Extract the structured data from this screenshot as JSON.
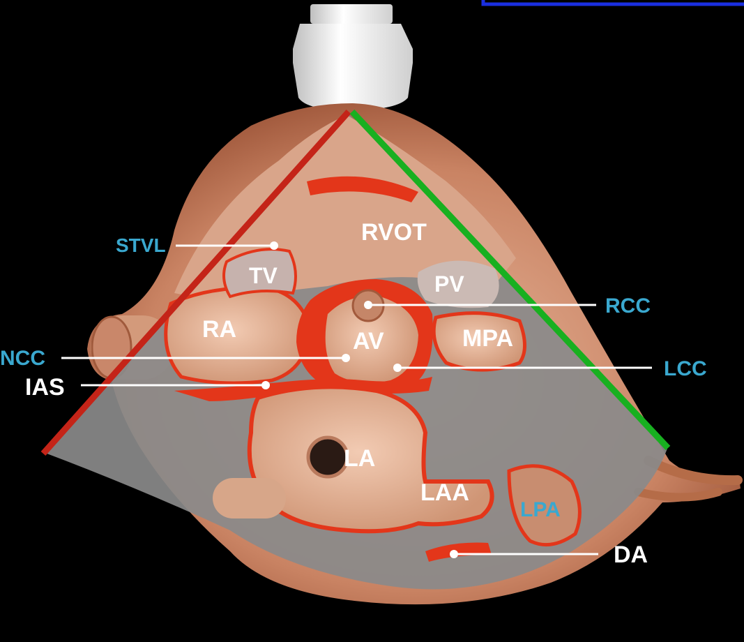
{
  "labels": {
    "rvot": "RVOT",
    "tv": "TV",
    "pv": "PV",
    "ra": "RA",
    "av": "AV",
    "mpa": "MPA",
    "la": "LA",
    "laa": "LAA",
    "lpa": "LPA",
    "stvl": "STVL",
    "rcc": "RCC",
    "ncc": "NCC",
    "lcc": "LCC",
    "ias": "IAS",
    "da": "DA"
  },
  "colors": {
    "background": "#000000",
    "callout_blue": "#3aa8cf",
    "label_white": "#ffffff",
    "tissue": "#d9a58a",
    "tissue_dark": "#b9734f",
    "blood_red": "#e3361a",
    "plane_gray": "#8a8a8a",
    "sector_left_line": "#c42418",
    "sector_right_line": "#18b020",
    "probe": "#e8e8e8",
    "frame_blue": "#1a2fe0"
  },
  "icons": [
    "ultrasound-probe-icon"
  ]
}
